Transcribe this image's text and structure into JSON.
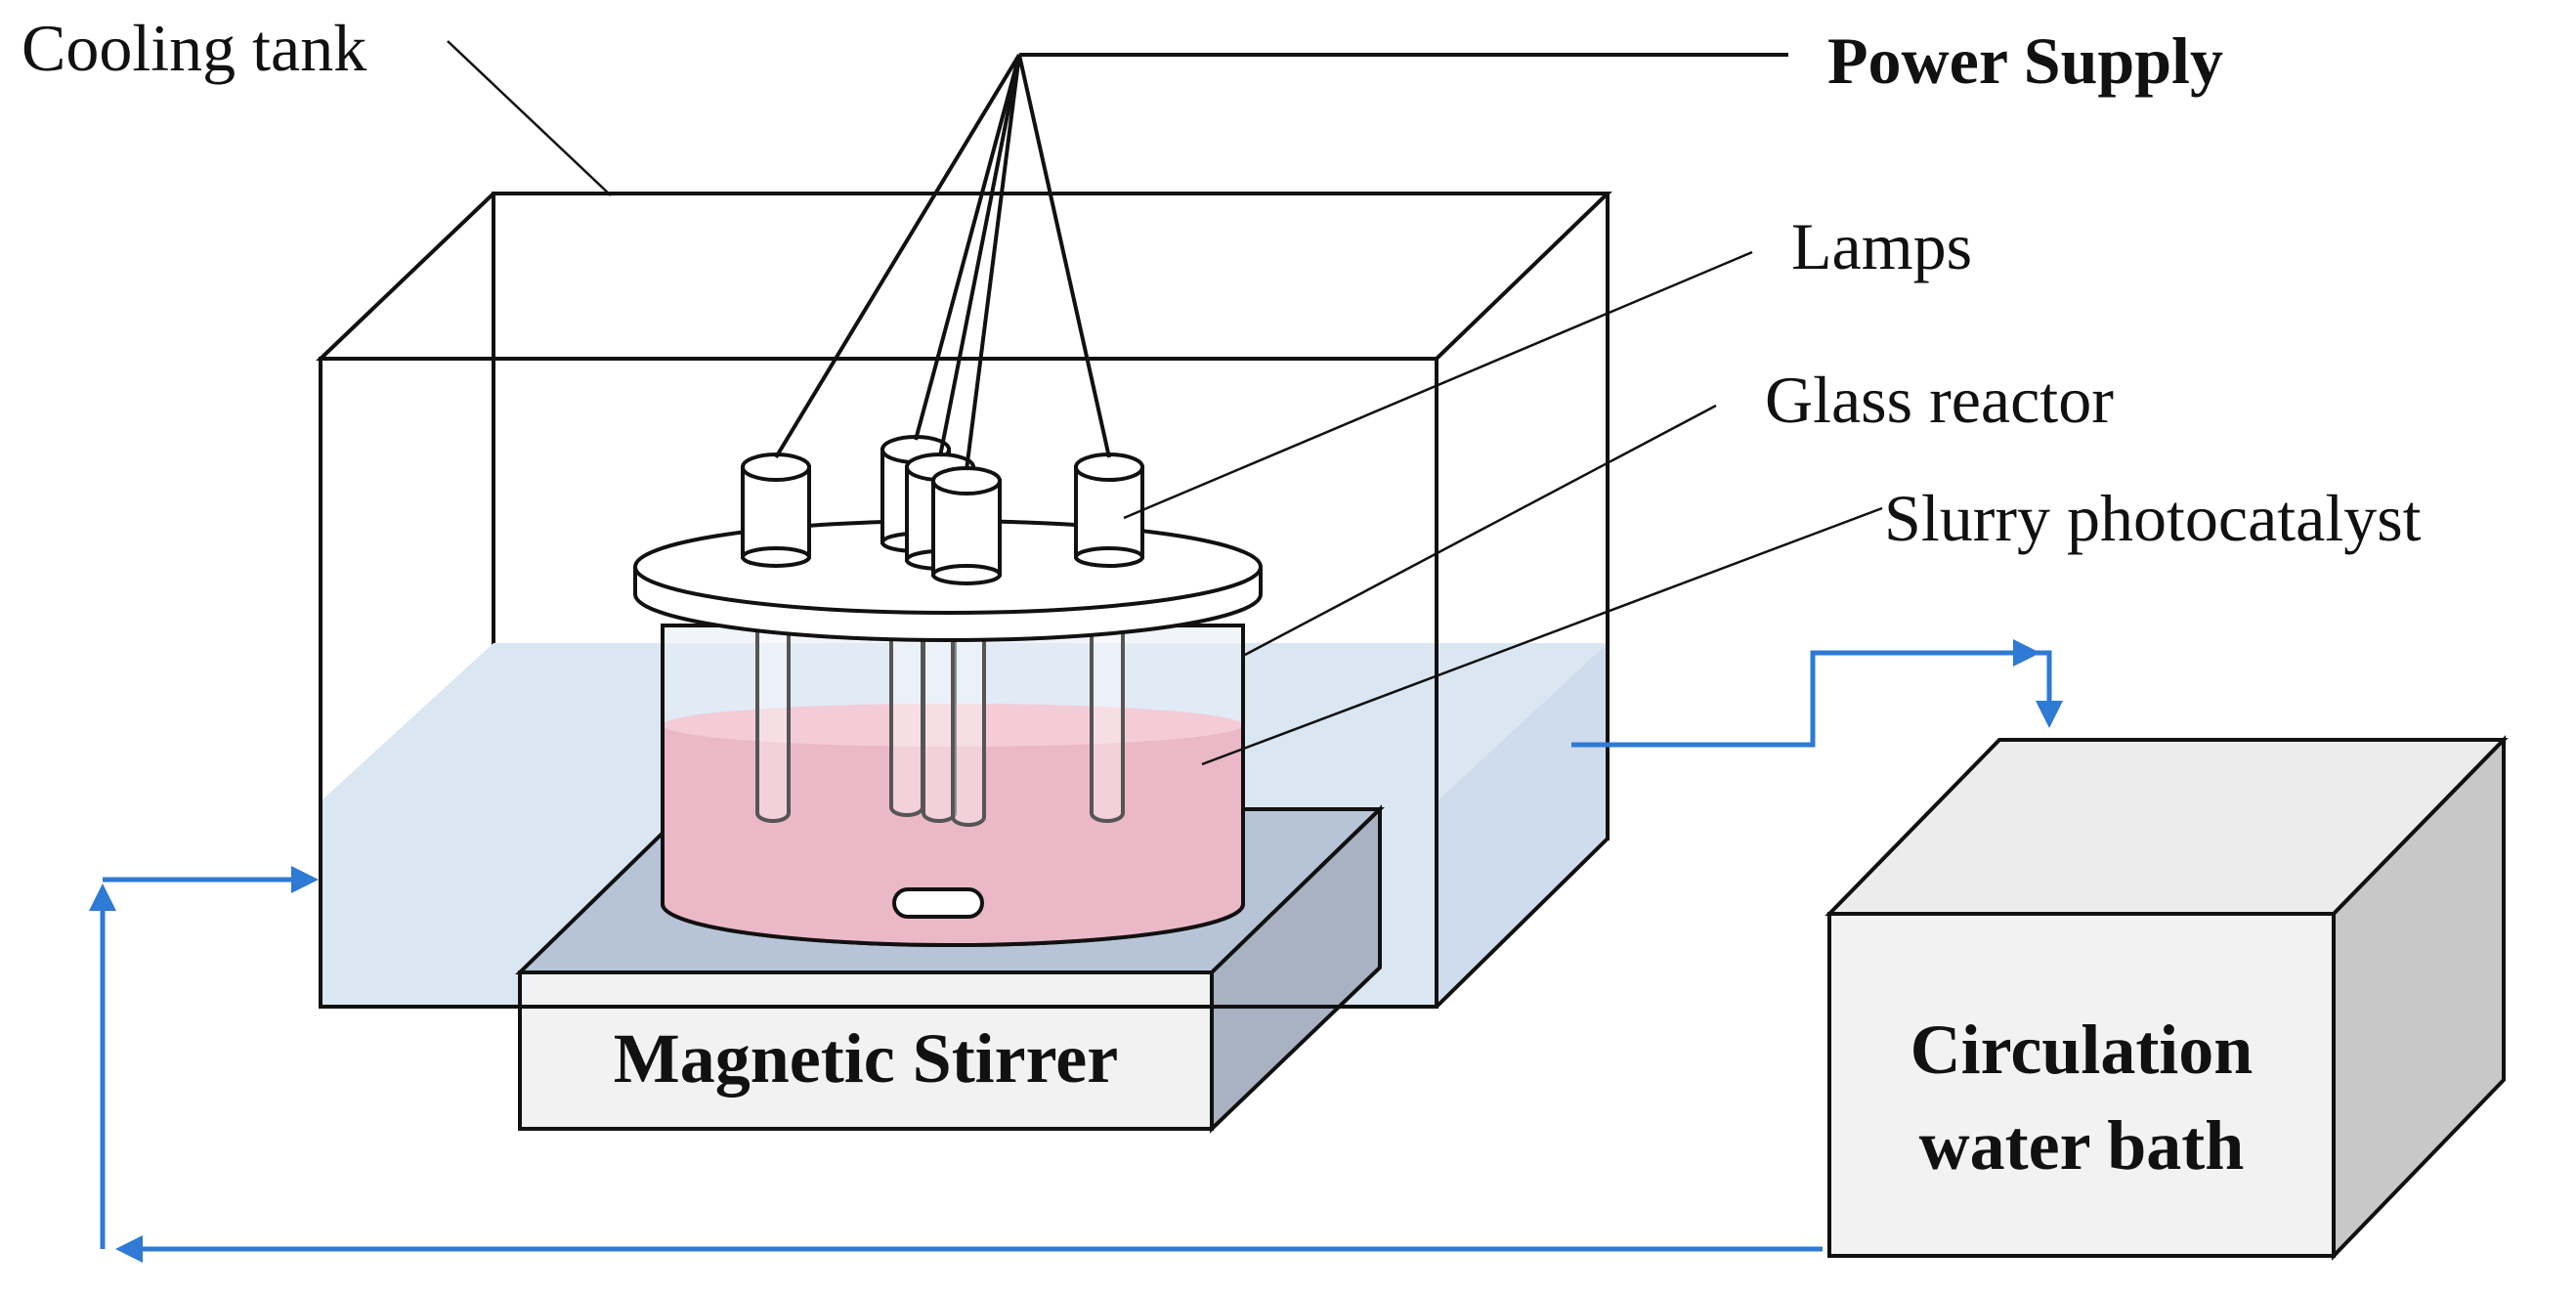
{
  "labels": {
    "cooling_tank": "Cooling tank",
    "power_supply": "Power Supply",
    "lamps": "Lamps",
    "glass_reactor": "Glass reactor",
    "slurry_photocatalyst": "Slurry photocatalyst",
    "magnetic_stirrer": "Magnetic Stirrer",
    "circulation_line1": "Circulation",
    "circulation_line2": "water bath"
  },
  "colors": {
    "outline": "#111111",
    "water": "#dbe6f3",
    "slurry": "#ebb8c8",
    "slurry_top": "#f3ccd8",
    "flow_arrow": "#2e7ad4",
    "box_front": "#f2f2f2",
    "box_top": "#ececec",
    "box_side": "#c8c8c8",
    "stirrer_side": "#a9b2c2"
  },
  "icons": {
    "flow": "arrow-icon"
  }
}
